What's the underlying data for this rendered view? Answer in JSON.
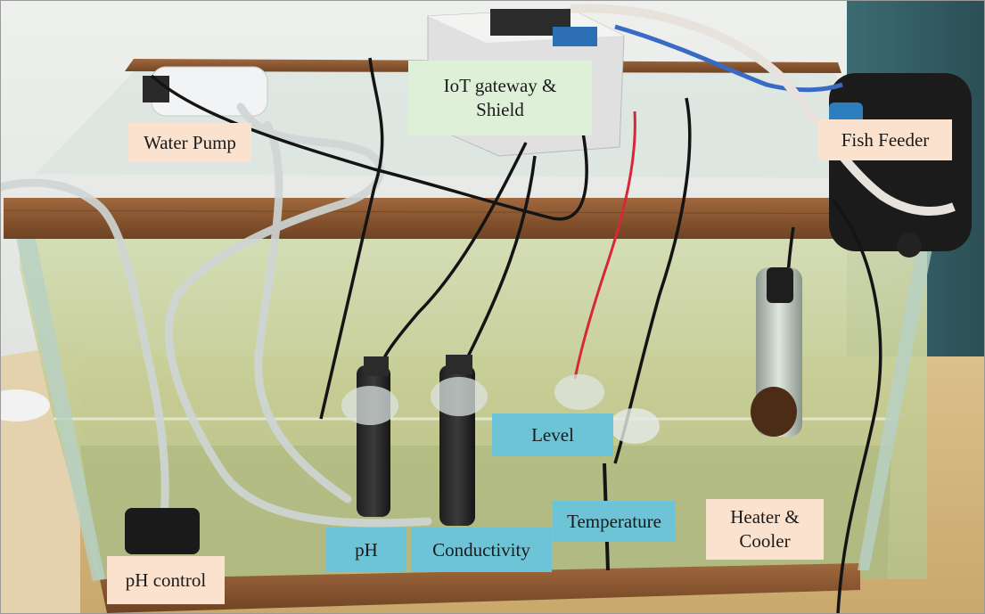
{
  "labels": {
    "water_pump": "Water Pump",
    "iot_gateway": "IoT gateway &\nShield",
    "fish_feeder": "Fish Feeder",
    "level": "Level",
    "temperature": "Temperature",
    "heater_cooler": "Heater &\nCooler",
    "ph": "pH",
    "conductivity": "Conductivity",
    "ph_control": "pH control"
  },
  "colors": {
    "label_peach": "#fbe2cf",
    "label_green": "#dff0d9",
    "label_blue": "#6cc4d6",
    "wood": "#8a5a36",
    "glass": "#cfe3dc",
    "wall": "#e9eae8",
    "blue_wall": "#2f5a60"
  }
}
